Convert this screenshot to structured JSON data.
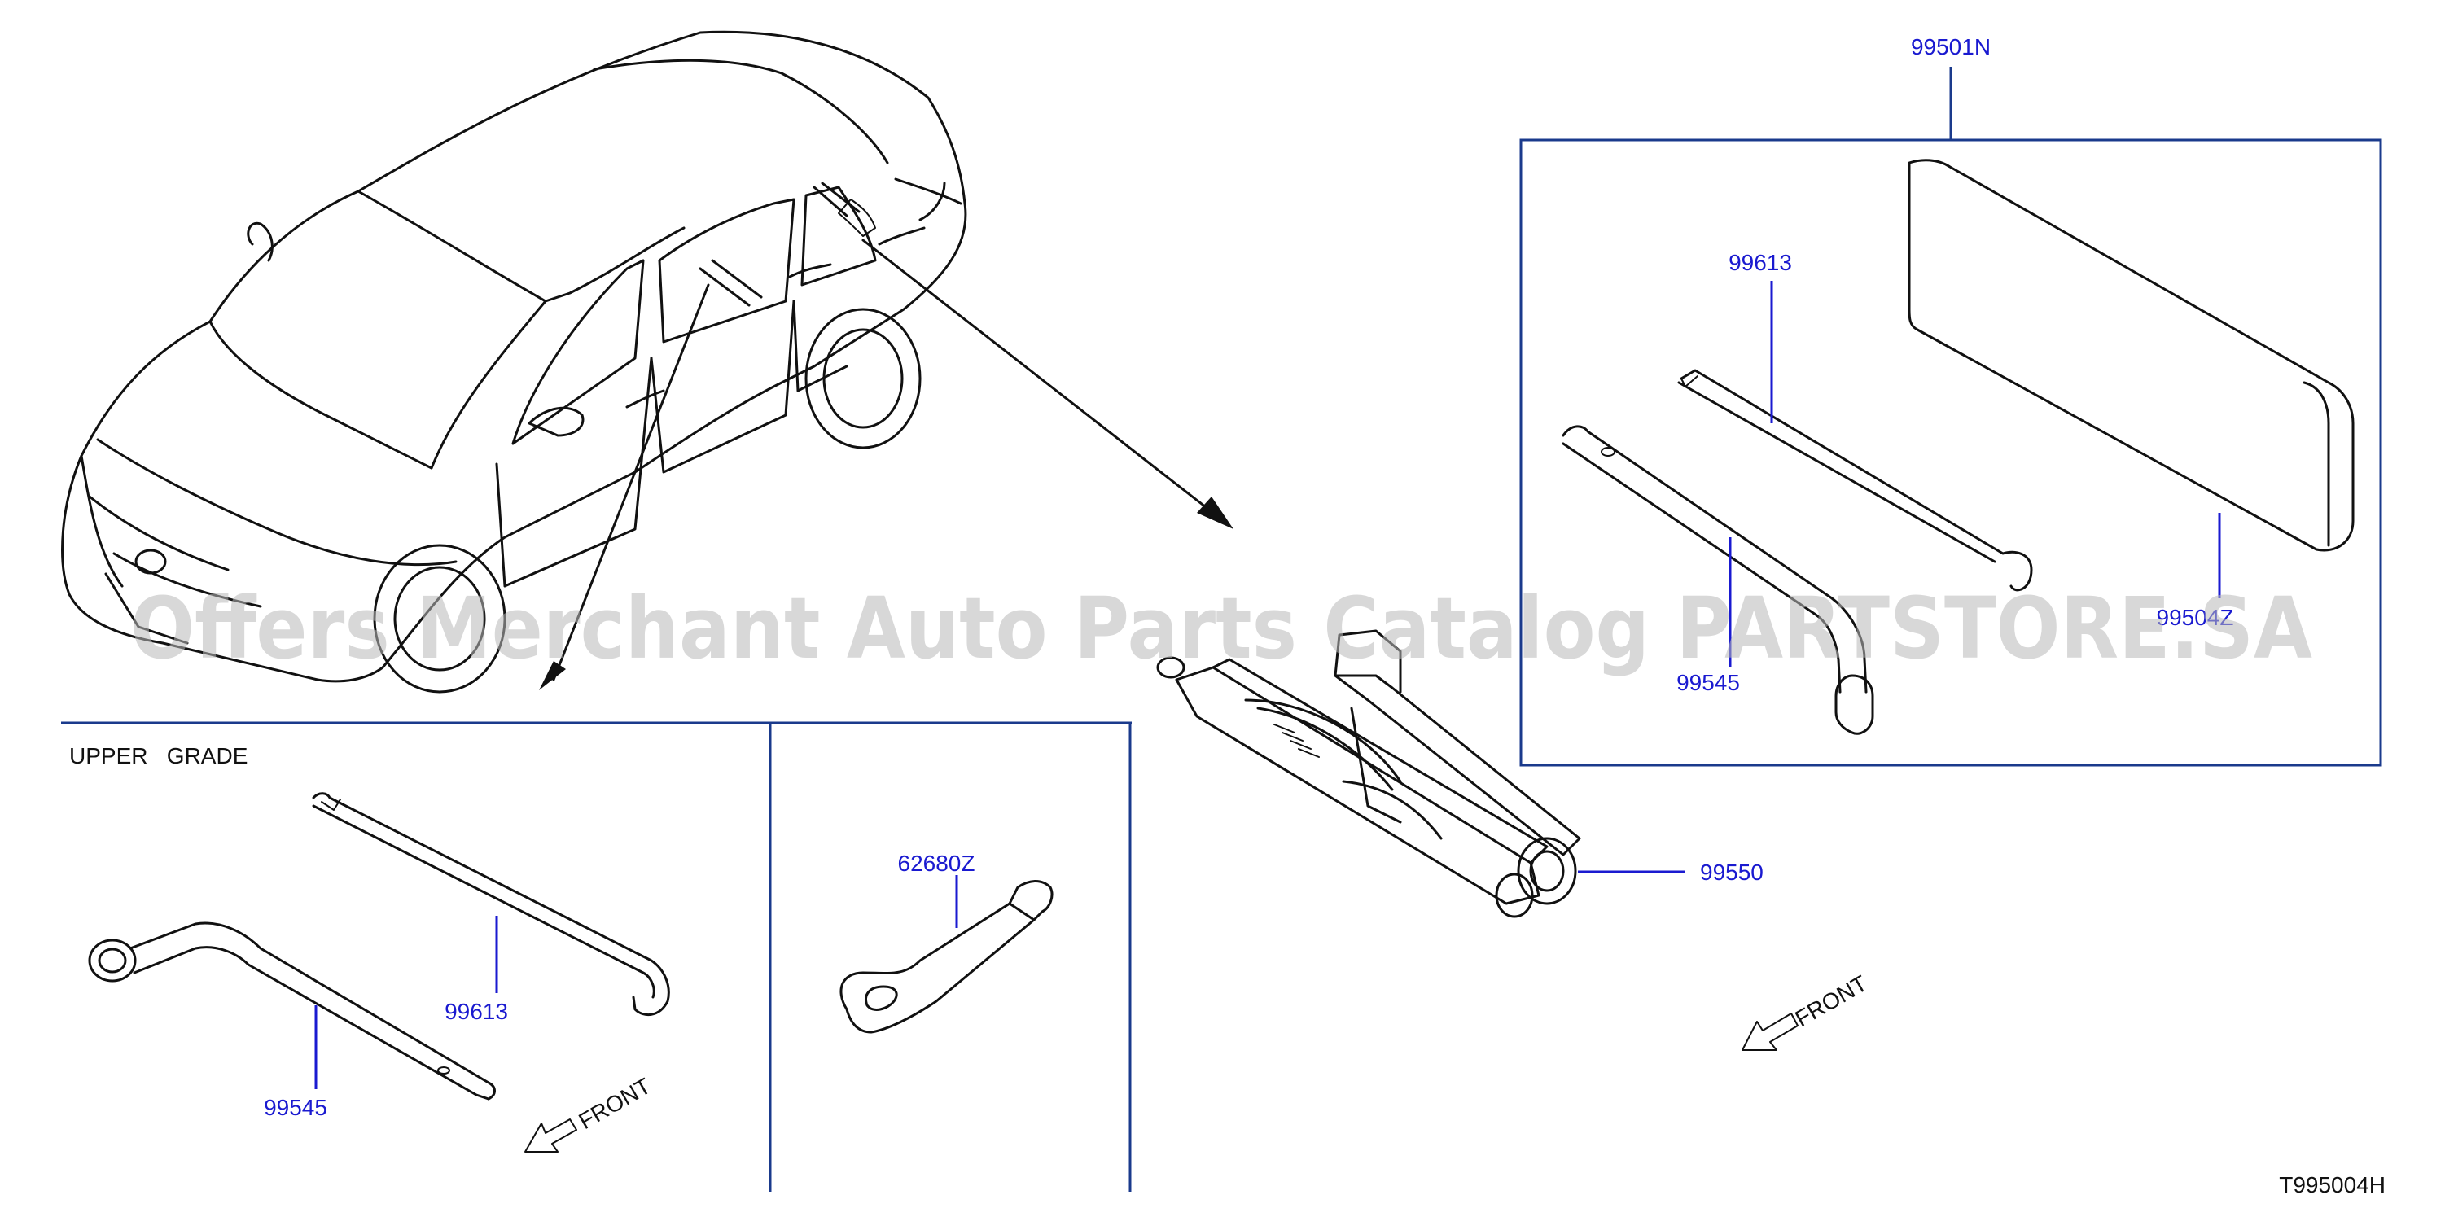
{
  "labels": {
    "kit_box": "99501N",
    "kit_bar": "99613",
    "kit_wrench": "99545",
    "kit_bag": "99504Z",
    "jack": "99550",
    "lower_bar": "99613",
    "lower_wrench": "99545",
    "tow_hook": "62680Z",
    "section_title": "UPPER   GRADE",
    "front_lower": "FRONT",
    "front_right": "FRONT",
    "diagram_id": "T995004H"
  },
  "watermark": "Offers Merchant Auto Parts Catalog PARTSTORE.SA",
  "colors": {
    "part_label": "#1a1ad0",
    "frame": "#1a3a8c",
    "line": "#111111",
    "watermark": "#b9b9b9"
  }
}
